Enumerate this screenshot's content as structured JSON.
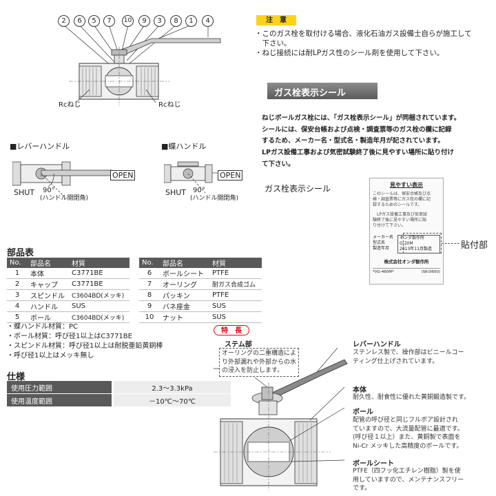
{
  "diagram_top": {
    "callouts": [
      "2",
      "6",
      "5",
      "7",
      "10",
      "9",
      "3",
      "8",
      "1",
      "4"
    ],
    "rc_left": "Rcねじ",
    "rc_right": "Rcねじ"
  },
  "lever_handle": {
    "title": "■レバーハンドル",
    "open": "OPEN",
    "shut": "SHUT",
    "angle": "90°",
    "angle_note": "(ハンドル開閉角)"
  },
  "butterfly_handle": {
    "title": "■蝶ハンドル",
    "open": "OPEN",
    "shut": "SHUT",
    "angle": "90°",
    "angle_note": "(ハンドル開閉角)"
  },
  "notice": {
    "tag": "注　意",
    "lines": [
      "・このガス栓を取付ける場合、液化石油ガス設備士自らが施工して",
      "　下さい。",
      "・ねじ接続には耐LPガス性のシール剤を使用して下さい。"
    ]
  },
  "seal_section": {
    "banner": "ガス栓表示シール",
    "text_lines": [
      "ねじボールガス栓には、「ガス栓表示シール」が同梱されています。",
      "シールには、保安台帳および点検・調査票等のガス栓の欄に記録",
      "するため、メーカー名・型式名・製造年月が記されています。",
      "LPガス設備工事および気密試験終了後に見やすい場所に貼り付け",
      "て下さい。"
    ],
    "caption": "ガス栓表示シール",
    "sticker_title": "見やすい表示",
    "sticker_lines": [
      "このシールは、保安台帳及び点",
      "検・調査票等にガス栓の欄に記",
      "録するためのシールです。",
      "",
      "　LPガス設備工事及び気密試",
      "験終了後に見やすい場所に貼",
      "り付けて下さい。"
    ],
    "maker_label": "メーカー名",
    "maker_value": "オンダ製作所",
    "model_label": "型式名",
    "model_value": "G-20M",
    "date_label": "製造年月",
    "date_value": "2013年11月製造",
    "company": "株式会社オンダ製作所",
    "footer_left": "*VG-460M*",
    "footer_right": "(SK-D600)",
    "pointer_label": "貼付部"
  },
  "parts": {
    "title": "部品表",
    "headers": [
      "No.",
      "部品名",
      "材質"
    ],
    "left": [
      [
        "1",
        "本体",
        "C3771BE"
      ],
      [
        "2",
        "キャップ",
        "C3771BE"
      ],
      [
        "3",
        "スピンドル",
        "C3604BD(メッキ)"
      ],
      [
        "4",
        "ハンドル",
        "SUS"
      ],
      [
        "5",
        "ボール",
        "C3604BD(メッキ)"
      ]
    ],
    "right": [
      [
        "6",
        "ボールシート",
        "PTFE"
      ],
      [
        "7",
        "オーリング",
        "耐ガス合成ゴム"
      ],
      [
        "8",
        "パッキン",
        "PTFE"
      ],
      [
        "9",
        "バネ座金",
        "SUS"
      ],
      [
        "10",
        "ナット",
        "SUS"
      ]
    ],
    "notes": [
      "・蝶ハンドル材質：PC",
      "・ボール材質：呼び径1以上はC3771BE",
      "・スピンドル材質：呼び径1以上は耐脱亜鉛黄銅棒",
      "・呼び径1以上はメッキ無し"
    ]
  },
  "spec": {
    "title": "仕様",
    "rows": [
      {
        "label": "使用圧力範囲",
        "value": "2.3～3.3kPa"
      },
      {
        "label": "使用温度範囲",
        "value": "－10℃～70℃"
      }
    ]
  },
  "features": {
    "tag": "特　長",
    "stem_title": "ステム部",
    "stem_text": [
      "オーリングの二重構造によ",
      "り外部漏れや外部からの水",
      "の浸入を防止します。"
    ],
    "lever_title": "レバーハンドル",
    "lever_text": [
      "ステンレス製で、操作部はビニールコー",
      "ティング仕上げされています。"
    ],
    "body_title": "本体",
    "body_text": [
      "耐久性、耐食性に優れた黄銅鍛造製です。"
    ],
    "ball_title": "ボール",
    "ball_text": [
      "配管の呼び径と同じフルボア設計され",
      "ていますので、大流量配管に最適です。",
      "(呼び径１以上）また、黄銅製で表面を",
      "Ni-Cr メッキした高精度のボールです。"
    ],
    "seat_title": "ボールシート",
    "seat_text": [
      "PTFE（四フッ化エチレン樹脂）製を使",
      "用していますので、メンテナンスフリー",
      "です。"
    ]
  }
}
